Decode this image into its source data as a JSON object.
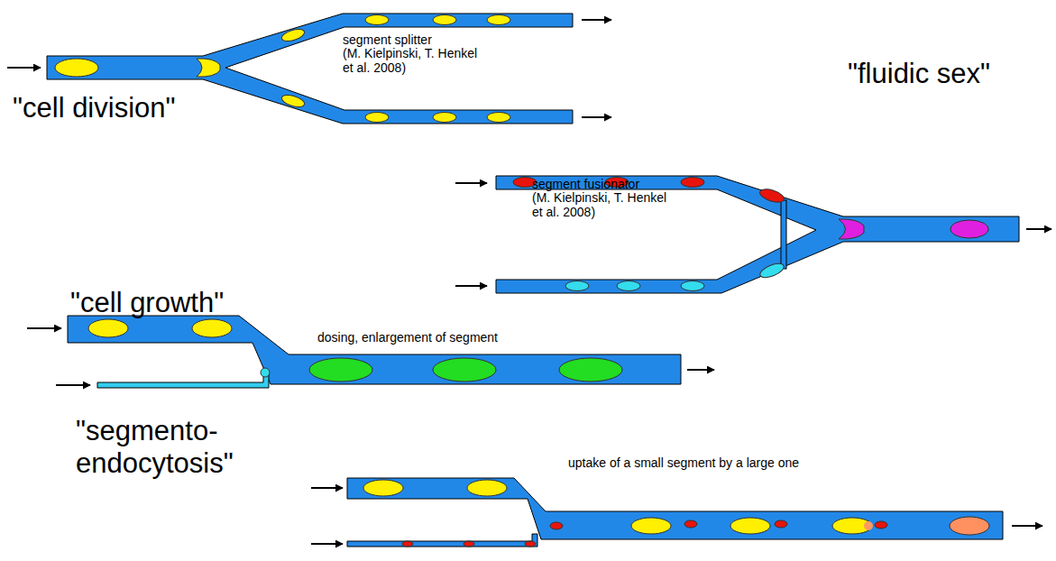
{
  "diagram": {
    "labels": [
      "\"cell division\"",
      "segment splitter (M. Kielpinski, T. Henkel et al. 2008)",
      "\"fluidic sex\"",
      "segment fusionator (M. Kielpinski, T. Henkel et al. 2008)",
      "\"cell growth\"",
      "dosing, enlargement of segment",
      "\"segmento- endocytosis\"",
      "uptake of a small segment by a large one"
    ]
  }
}
